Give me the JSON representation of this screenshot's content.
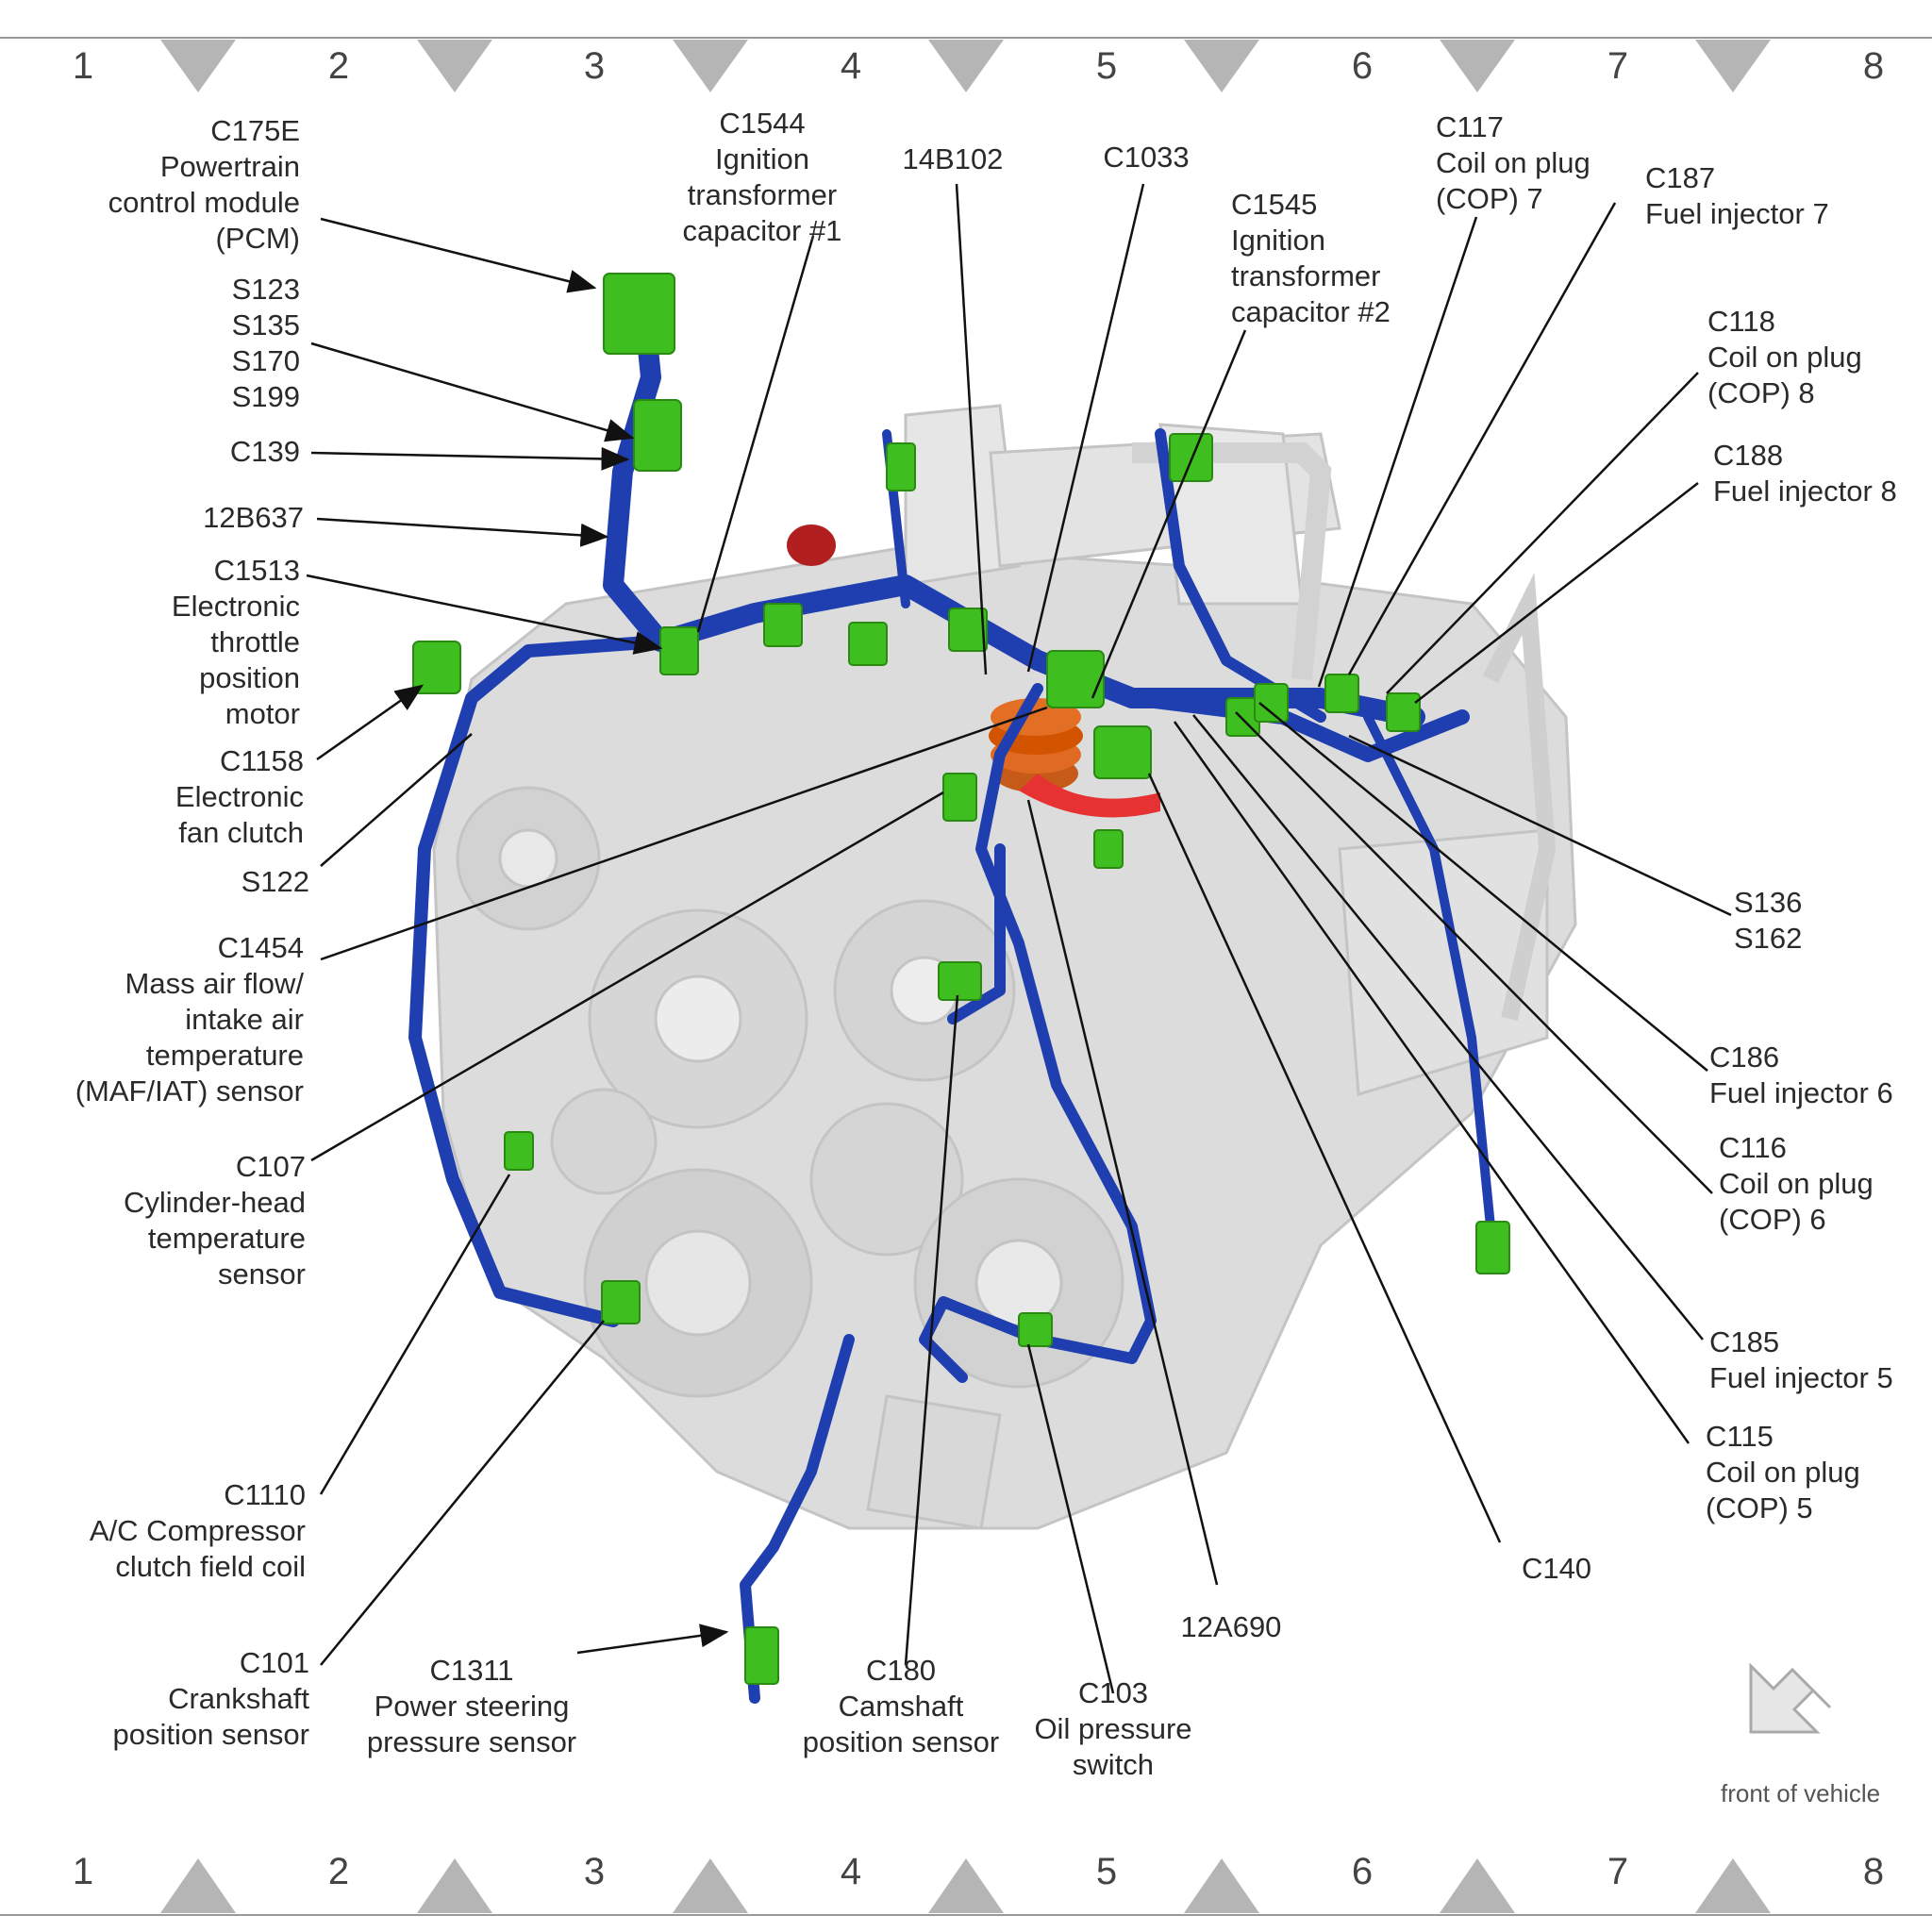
{
  "grid": {
    "columns": [
      "1",
      "2",
      "3",
      "4",
      "5",
      "6",
      "7",
      "8"
    ]
  },
  "labels": {
    "c175e": [
      "C175E",
      "Powertrain",
      "control module",
      "(PCM)"
    ],
    "s123": [
      "S123",
      "S135",
      "S170",
      "S199"
    ],
    "c139": [
      "C139"
    ],
    "b12b637": [
      "12B637"
    ],
    "c1513": [
      "C1513",
      "Electronic",
      "throttle",
      "position",
      "motor"
    ],
    "c1158": [
      "C1158",
      "Electronic",
      "fan clutch"
    ],
    "s122": [
      "S122"
    ],
    "c1454": [
      "C1454",
      "Mass air flow/",
      "intake air",
      "temperature",
      "(MAF/IAT) sensor"
    ],
    "c107": [
      "C107",
      "Cylinder-head",
      "temperature",
      "sensor"
    ],
    "c1110": [
      "C1110",
      "A/C Compressor",
      "clutch field coil"
    ],
    "c101": [
      "C101",
      "Crankshaft",
      "position sensor"
    ],
    "c1311": [
      "C1311",
      "Power steering",
      "pressure sensor"
    ],
    "c180": [
      "C180",
      "Camshaft",
      "position sensor"
    ],
    "c103": [
      "C103",
      "Oil pressure",
      "switch"
    ],
    "a12a690": [
      "12A690"
    ],
    "c140": [
      "C140"
    ],
    "c1544": [
      "C1544",
      "Ignition",
      "transformer",
      "capacitor #1"
    ],
    "b14b102": [
      "14B102"
    ],
    "c1033": [
      "C1033"
    ],
    "c1545": [
      "C1545",
      "Ignition",
      "transformer",
      "capacitor #2"
    ],
    "c117": [
      "C117",
      "Coil on plug",
      "(COP) 7"
    ],
    "c187": [
      "C187",
      "Fuel injector 7"
    ],
    "c118": [
      "C118",
      "Coil on plug",
      "(COP) 8"
    ],
    "c188": [
      "C188",
      "Fuel injector 8"
    ],
    "s136": [
      "S136",
      "S162"
    ],
    "c186": [
      "C186",
      "Fuel injector 6"
    ],
    "c116": [
      "C116",
      "Coil on plug",
      "(COP) 6"
    ],
    "c185": [
      "C185",
      "Fuel injector 5"
    ],
    "c115": [
      "C115",
      "Coil on plug",
      "(COP) 5"
    ]
  },
  "front_of_vehicle": "front of vehicle",
  "colors": {
    "harness": "#1f3fb0",
    "connector": "#3fbf1f",
    "engine": "#d9d9d9",
    "highlight": "#d35400",
    "pipe": "#e63232"
  }
}
